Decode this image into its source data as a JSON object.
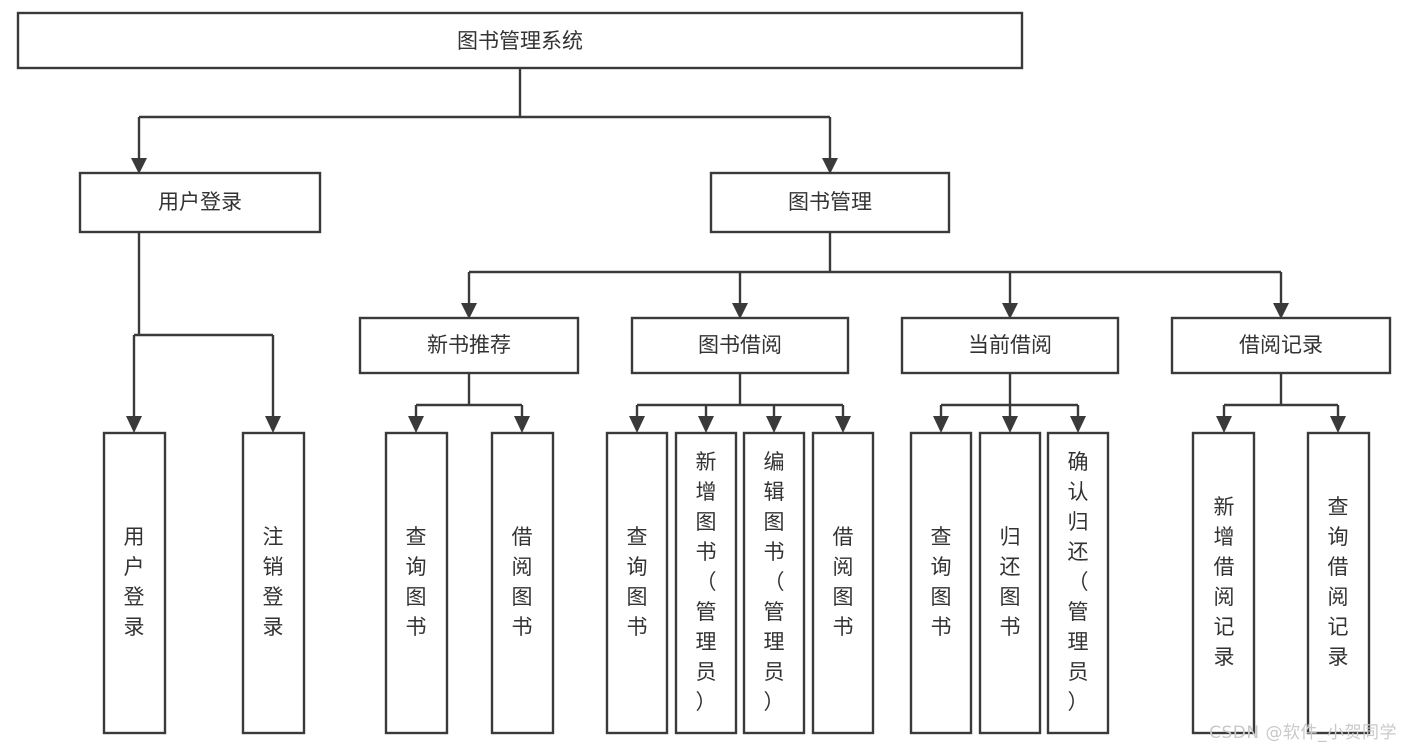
{
  "diagram": {
    "type": "tree-hierarchy",
    "title": "图书管理系统",
    "background_color": "#ffffff",
    "box_stroke_color": "#3a3a3a",
    "text_color": "#333333",
    "watermark": "CSDN @软件_小贺同学",
    "nodes": {
      "root": {
        "label": "图书管理系统"
      },
      "level2": [
        {
          "label": "用户登录"
        },
        {
          "label": "图书管理"
        }
      ],
      "level3": [
        {
          "label": "新书推荐"
        },
        {
          "label": "图书借阅"
        },
        {
          "label": "当前借阅"
        },
        {
          "label": "借阅记录"
        }
      ],
      "leaves_user_login": [
        {
          "label": "用户登录"
        },
        {
          "label": "注销登录"
        }
      ],
      "leaves_new_book": [
        {
          "label": "查询图书"
        },
        {
          "label": "借阅图书"
        }
      ],
      "leaves_borrow": [
        {
          "label": "查询图书"
        },
        {
          "label": "新增图书（管理员）"
        },
        {
          "label": "编辑图书（管理员）"
        },
        {
          "label": "借阅图书"
        }
      ],
      "leaves_current": [
        {
          "label": "查询图书"
        },
        {
          "label": "归还图书"
        },
        {
          "label": "确认归还（管理员）"
        }
      ],
      "leaves_records": [
        {
          "label": "新增借阅记录"
        },
        {
          "label": "查询借阅记录"
        }
      ]
    }
  }
}
